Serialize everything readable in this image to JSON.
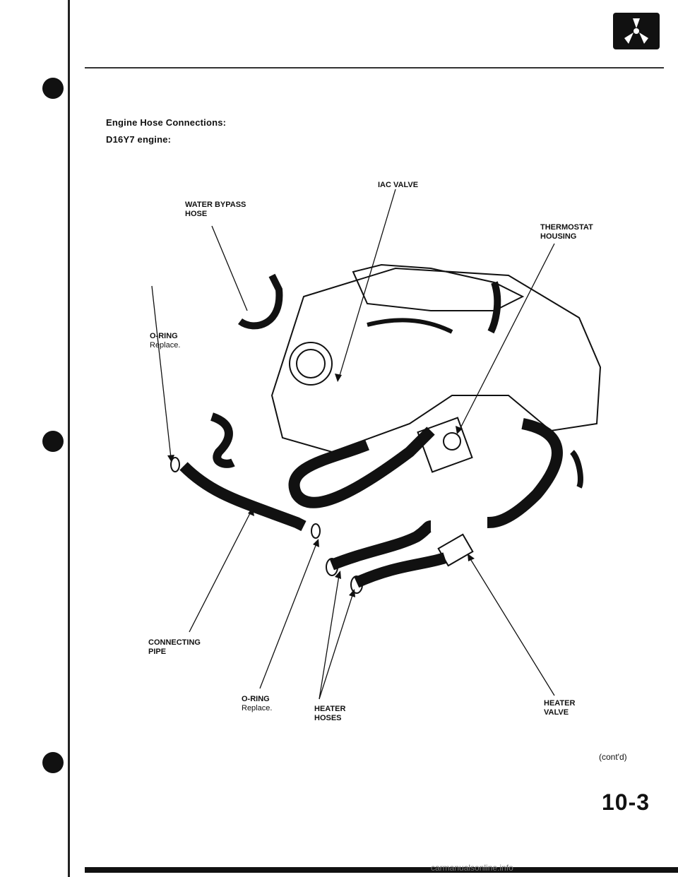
{
  "heading": {
    "line1": "Engine Hose Connections:",
    "line2": "D16Y7 engine:"
  },
  "labels": {
    "iac_valve": "IAC VALVE",
    "water_bypass_hose_1": "WATER BYPASS",
    "water_bypass_hose_2": "HOSE",
    "thermostat_housing_1": "THERMOSTAT",
    "thermostat_housing_2": "HOUSING",
    "o_ring_top": "O-RING",
    "o_ring_top_note": "Replace.",
    "connecting_pipe_1": "CONNECTING",
    "connecting_pipe_2": "PIPE",
    "o_ring_bottom": "O-RING",
    "o_ring_bottom_note": "Replace.",
    "heater_hoses_1": "HEATER",
    "heater_hoses_2": "HOSES",
    "heater_valve_1": "HEATER",
    "heater_valve_2": "VALVE"
  },
  "footer": {
    "continued": "(cont'd)",
    "page_number": "10-3",
    "watermark": "carmanualsonline.info"
  },
  "icons": {
    "section_tab": "cooling-fan-icon"
  }
}
